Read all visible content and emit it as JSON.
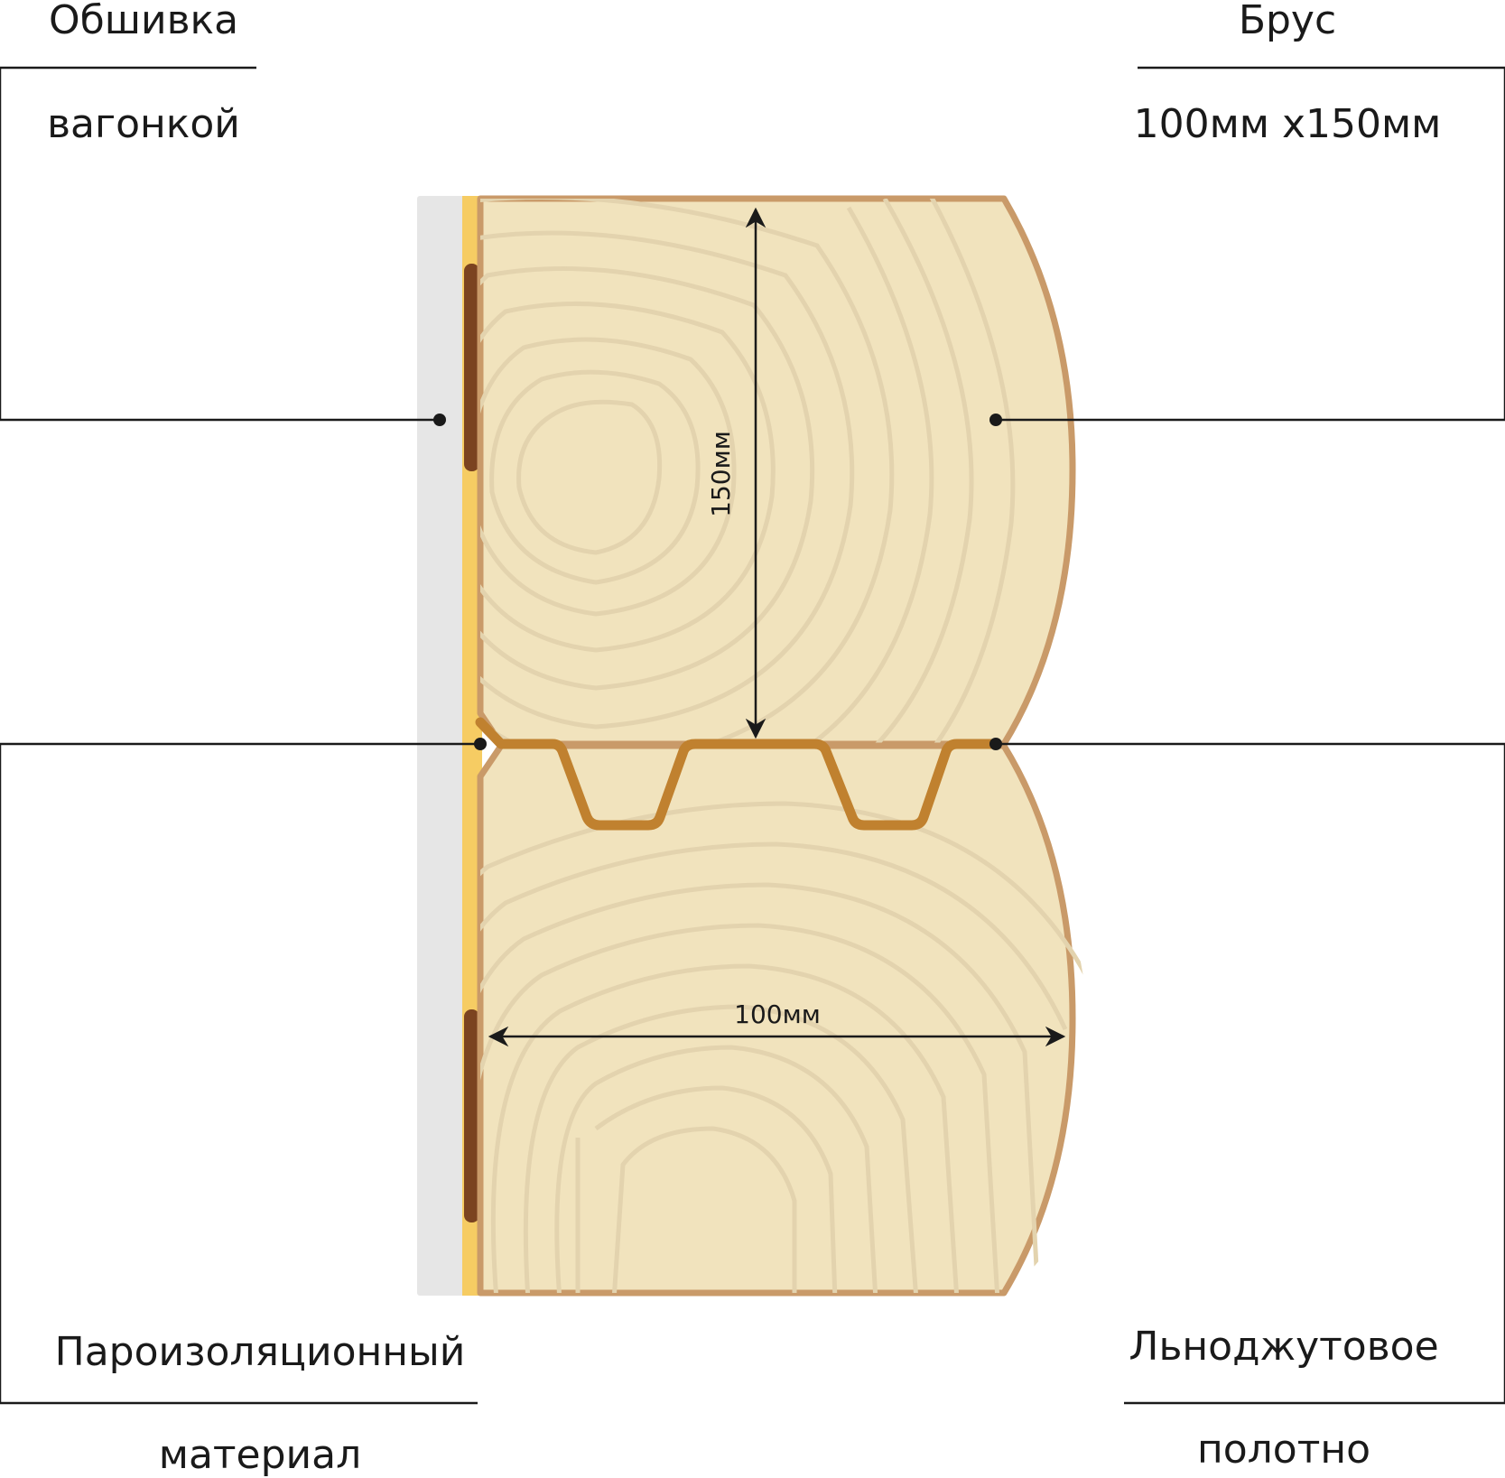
{
  "labels": {
    "cladding": [
      "Обшивка",
      "вагонкой"
    ],
    "beam": [
      "Брус",
      "100мм x150мм"
    ],
    "vapor_barrier": [
      "Пароизоляционный",
      "материал"
    ],
    "flax_jute": [
      "Льноджутовое",
      "полотно"
    ]
  },
  "dimensions": {
    "height": "150мм",
    "width": "100мм"
  },
  "colors": {
    "wood": "#f1e3bd",
    "wood_outline": "#c99a69",
    "grain": "#e3d3ae",
    "groove_seal": "#c0812f",
    "vapor_layer": "#f6cc63",
    "lining": "#e6e6e6",
    "batten": "#7b4320",
    "lines": "#1a1a1a"
  }
}
